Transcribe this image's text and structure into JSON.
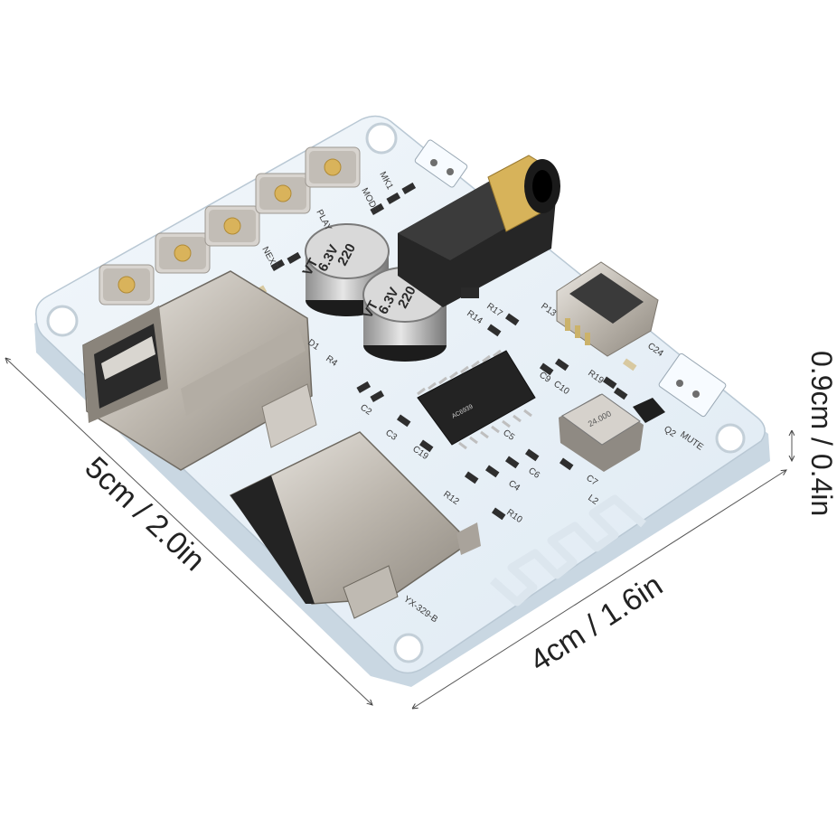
{
  "dimensions": {
    "length": "5cm / 2.0in",
    "width": "4cm / 1.6in",
    "height": "0.9cm / 0.4in"
  },
  "silkscreen": {
    "mode": "MODE",
    "mute": "MUTE",
    "next": "NEXT",
    "play": "PLAY",
    "mk1": "MK1",
    "board_id": "YX-329-B",
    "r14": "R14",
    "r17": "R17",
    "r19": "R19",
    "c24": "C24",
    "p13": "P13",
    "c9": "C9",
    "c10": "C10",
    "c2": "C2",
    "c3": "C3",
    "c4": "C4",
    "c5": "C5",
    "c6": "C6",
    "c7": "C7",
    "c19": "C19",
    "r12": "R12",
    "r10": "R10",
    "l2": "L2",
    "q2": "Q2",
    "r4": "R4",
    "d1": "D1"
  },
  "capacitor_label": {
    "value": "220",
    "voltage": "6.3V",
    "brand": "VT"
  },
  "crystal_label": "24.000",
  "chip_label": "AC6939",
  "colors": {
    "pcb": "#e8f1f8",
    "pcb_edge": "#c9d7e2",
    "metal": "#c9c4bd",
    "dark": "#262626",
    "gold": "#d7b35a"
  }
}
